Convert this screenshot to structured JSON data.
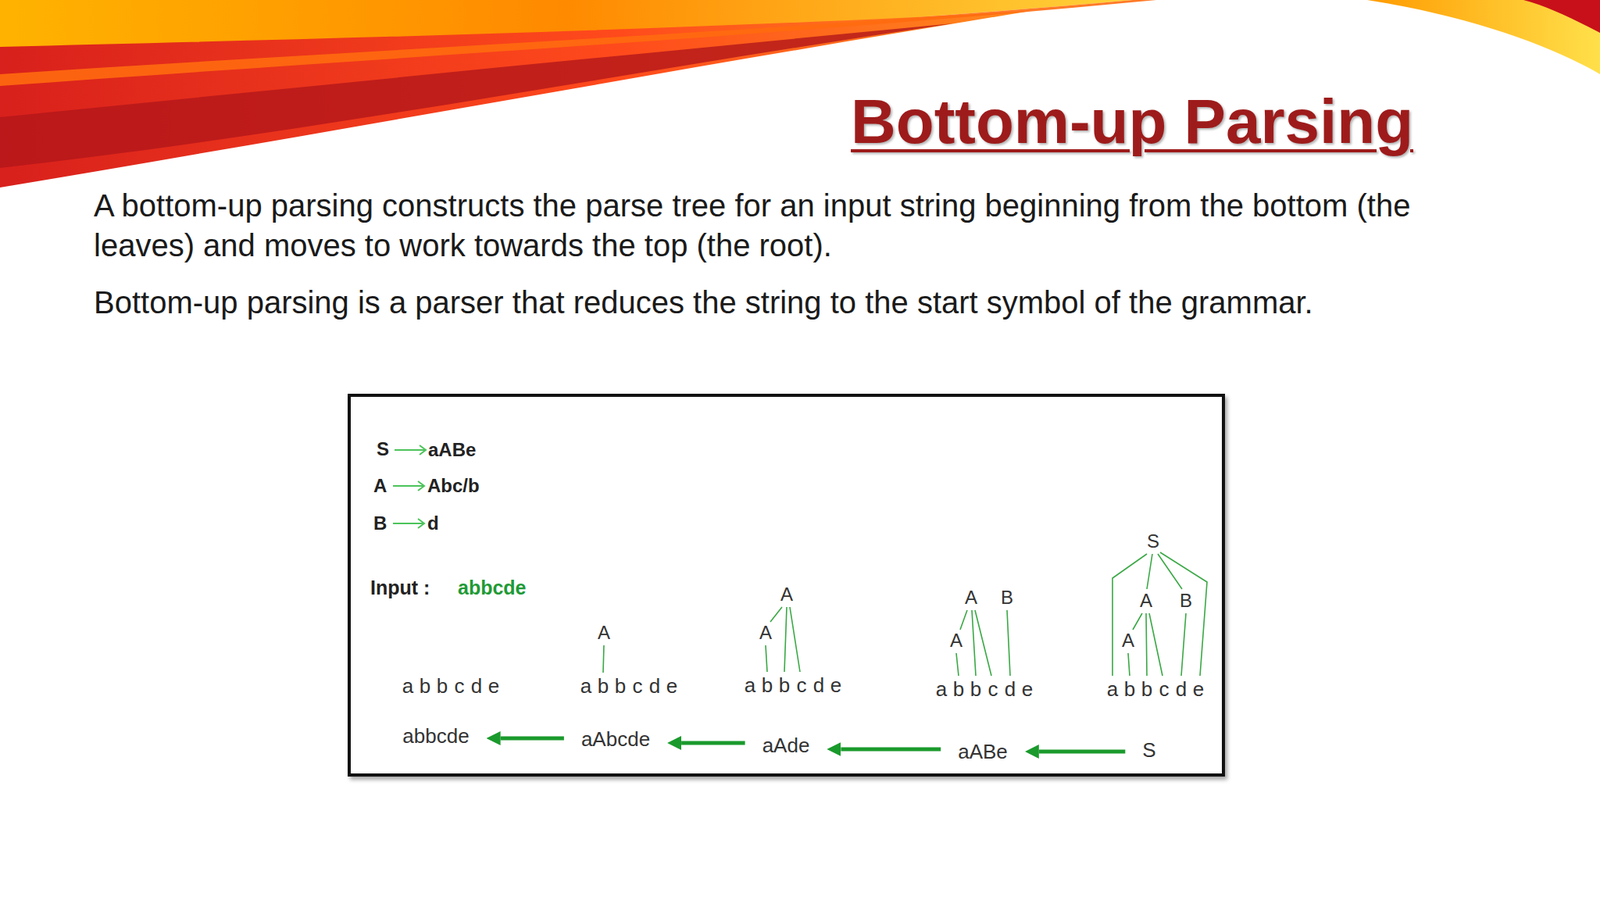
{
  "diagram": {
    "title": "Bottom-up Parsing",
    "nodes": [
      {
        "text": [
          "abbcde"
        ]
      },
      {
        "text": [
          "aAbcde"
        ]
      },
      {
        "text": [
          "aAde"
        ]
      },
      {
        "text": [
          "aABe"
        ]
      },
      {
        "text": [
          "S"
        ]
      }
    ],
    "edges": [
      {
        "from": 1,
        "to": 0,
        "arrow": "to"
      },
      {
        "from": 2,
        "to": 1,
        "arrow": "to"
      },
      {
        "from": 3,
        "to": 2,
        "arrow": "to"
      },
      {
        "from": 4,
        "to": 3,
        "arrow": "to"
      }
    ],
    "labels": [
      "A bottom-up parsing constructs the parse tree for an input string beginning from the bottom (the leaves) and moves to work towards the top (the root).",
      "Bottom-up parsing is a parser that reduces the string to the start symbol of the grammar.",
      "S",
      "aABe",
      "A",
      "Abc/b",
      "B",
      "d",
      "Input :",
      "abbcde",
      "a",
      "b",
      "b",
      "c",
      "d",
      "e",
      "A",
      "a",
      "b",
      "b",
      "c",
      "d",
      "e",
      "A",
      "A",
      "a",
      "b",
      "b",
      "c",
      "d",
      "e",
      "A",
      "B",
      "A",
      "a",
      "b",
      "b",
      "c",
      "d",
      "e",
      "S",
      "A",
      "B",
      "A",
      "a",
      "b",
      "b",
      "c",
      "d",
      "e"
    ]
  }
}
